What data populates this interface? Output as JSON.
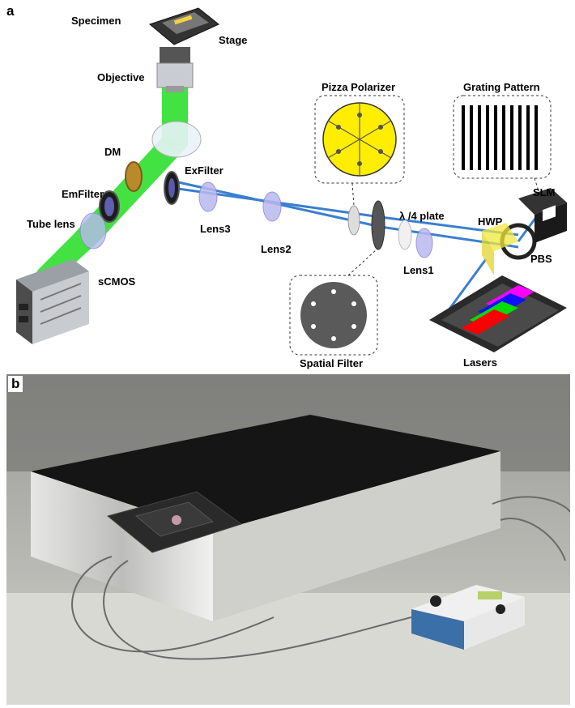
{
  "panel_a": {
    "letter": "a",
    "labels": {
      "specimen": "Specimen",
      "stage": "Stage",
      "objective": "Objective",
      "pizza_polarizer": "Pizza Polarizer",
      "grating_pattern": "Grating Pattern",
      "dm": "DM",
      "exfilter": "ExFilter",
      "emfilter": "EmFilter",
      "tube_lens": "Tube lens",
      "slm": "SLM",
      "lambda_plate": "λ /4 plate",
      "hwp": "HWP",
      "lens3": "Lens3",
      "lens2": "Lens2",
      "lens1": "Lens1",
      "pbs": "PBS",
      "scmos": "sCMOS",
      "spatial_filter": "Spatial Filter",
      "lasers": "Lasers"
    },
    "colors": {
      "emission_beam": "#22dd22",
      "excitation_beam": "#3a7fd0",
      "polarizer_fill": "#ffee00",
      "laser_magenta": "#ff00ff",
      "laser_blue": "#1010ff",
      "laser_green": "#00dd00",
      "laser_red": "#ff0000"
    }
  },
  "panel_b": {
    "letter": "b"
  }
}
